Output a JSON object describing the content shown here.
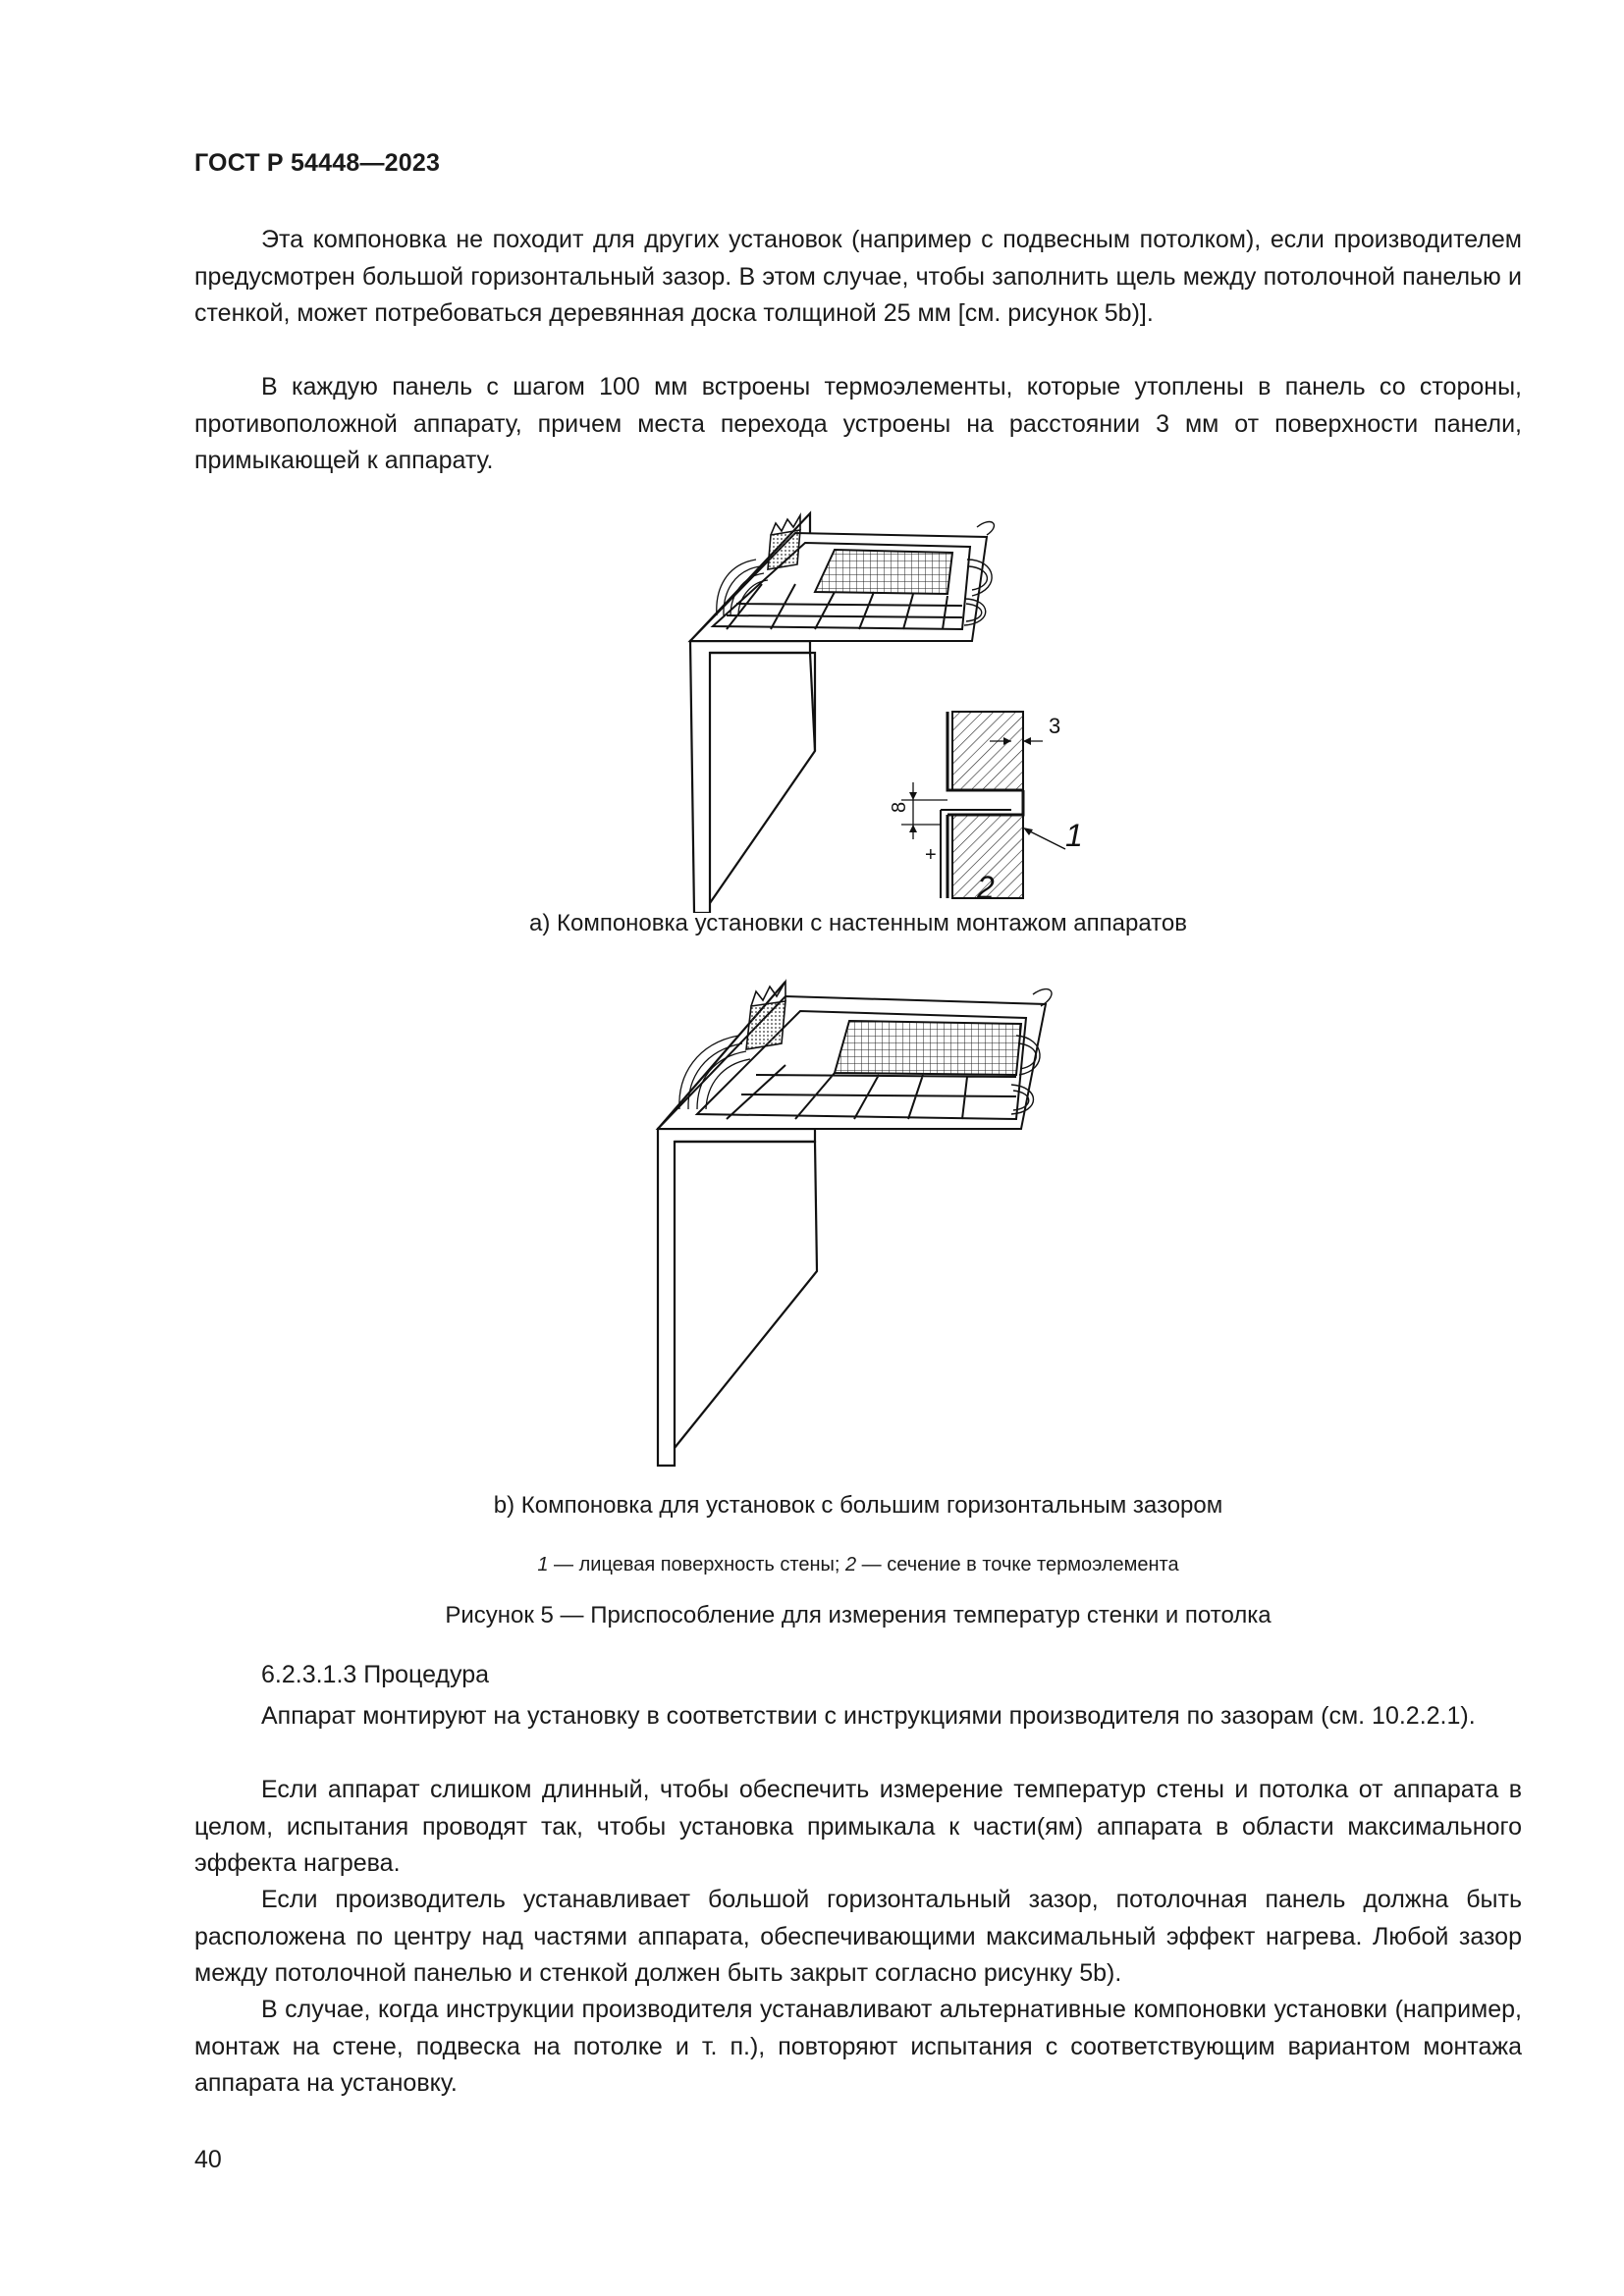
{
  "header": {
    "standard_code": "ГОСТ Р 54448—2023"
  },
  "paragraphs_top": [
    "Эта компоновка не походит для других установок (например с подвесным потолком), если производителем предусмотрен большой горизонтальный зазор. В этом случае, чтобы заполнить щель между потолочной панелью и стенкой, может потребоваться деревянная доска толщиной 25 мм [см. рисунок 5b)].",
    "В каждую панель с шагом 100 мм встроены термоэлементы, которые утоплены в панель со стороны, противоположной аппарату, причем места перехода устроены на расстоянии 3 мм от поверхности панели, примыкающей к аппарату."
  ],
  "figure": {
    "detail_labels": {
      "dim_gap": "3",
      "dim_height": "8",
      "plus_sign": "+",
      "callout_1": "1",
      "callout_2": "2"
    },
    "caption_a": "a)  Компоновка установки с настенным монтажом аппаратов",
    "caption_b": "b)  Компоновка для установок с большим горизонтальным зазором",
    "legend": {
      "num1": "1",
      "text1": " — лицевая поверхность стены; ",
      "num2": "2",
      "text2": " — сечение в точке термоэлемента"
    },
    "title": "Рисунок 5 — Приспособление для измерения температур стенки и потолка"
  },
  "section": {
    "heading": "6.2.3.1.3 Процедура"
  },
  "paragraphs_bottom": [
    "Аппарат монтируют на установку в соответствии с инструкциями производителя по зазорам (см. 10.2.2.1).",
    "Если аппарат слишком длинный, чтобы обеспечить измерение температур стены и потолка от аппарата в целом, испытания проводят так, чтобы установка примыкала к части(ям) аппарата в области максимального эффекта нагрева.",
    "Если производитель устанавливает большой горизонтальный зазор, потолочная панель должна быть расположена по центру над частями аппарата, обеспечивающими максимальный эффект нагрева. Любой зазор между потолочной панелью и стенкой должен быть закрыт согласно рисунку 5b).",
    "В случае, когда инструкции производителя устанавливают альтернативные компоновки установки (например, монтаж на стене, подвеска на потолке и т. п.), повторяют испытания с соответствующим вариантом монтажа аппарата на установку."
  ],
  "footer": {
    "page_number": "40"
  }
}
